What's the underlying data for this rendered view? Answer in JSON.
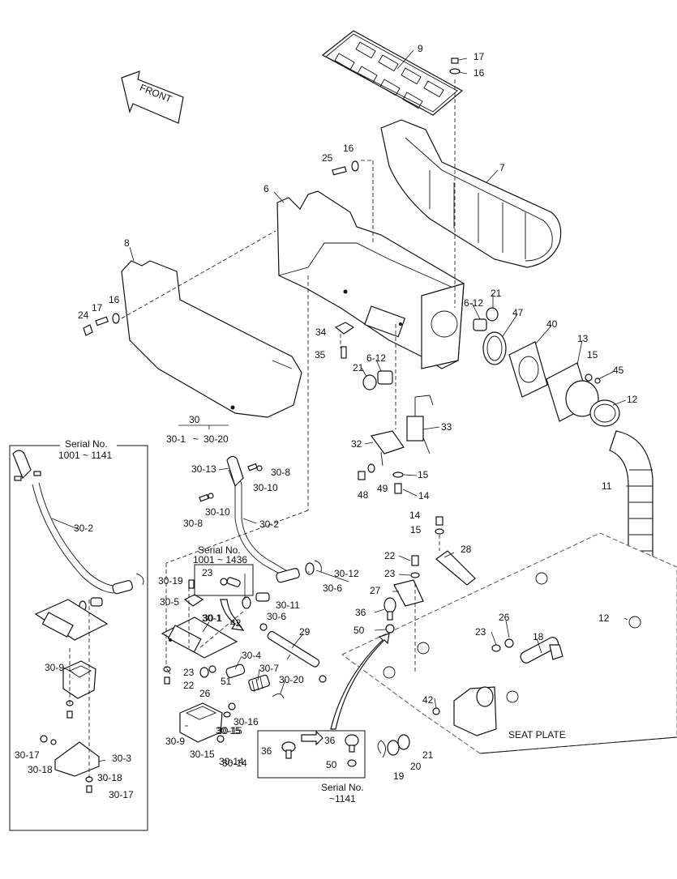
{
  "front_label": "FRONT",
  "seat_plate_label": "SEAT PLATE",
  "group": {
    "number": "30",
    "range_start": "30-1",
    "tilde": "~",
    "range_end": "30-20"
  },
  "serial_boxes": [
    {
      "title": "Serial No.",
      "range": "1001 ~ 1141"
    },
    {
      "title": "Serial No.",
      "range": "1001 ~ 1436"
    },
    {
      "title": "Serial No.",
      "range": "~1141"
    }
  ],
  "callouts": [
    "9",
    "17",
    "16",
    "7",
    "25",
    "16",
    "6",
    "8",
    "24",
    "17",
    "16",
    "6-12",
    "21",
    "47",
    "40",
    "34",
    "35",
    "6-12",
    "21",
    "13",
    "15",
    "45",
    "12",
    "33",
    "32",
    "15",
    "48",
    "49",
    "14",
    "30",
    "11",
    "30-13",
    "30-8",
    "30-10",
    "30-8",
    "30-10",
    "30-2",
    "30-2",
    "14",
    "15",
    "22",
    "28",
    "23",
    "27",
    "30-12",
    "30-6",
    "30-11",
    "30-6",
    "30-19",
    "23",
    "30-5",
    "30-1",
    "42",
    "36",
    "50",
    "26",
    "23",
    "18",
    "12",
    "29",
    "30-1",
    "30-4",
    "30-7",
    "30-20",
    "23",
    "22",
    "26",
    "51",
    "30-9",
    "30-15",
    "30-14",
    "30-16",
    "30-15",
    "30-9",
    "30-15",
    "30-14",
    "42",
    "36",
    "36",
    "50",
    "19",
    "20",
    "21",
    "30-17",
    "30-18",
    "30-3",
    "30-18",
    "30-17"
  ]
}
